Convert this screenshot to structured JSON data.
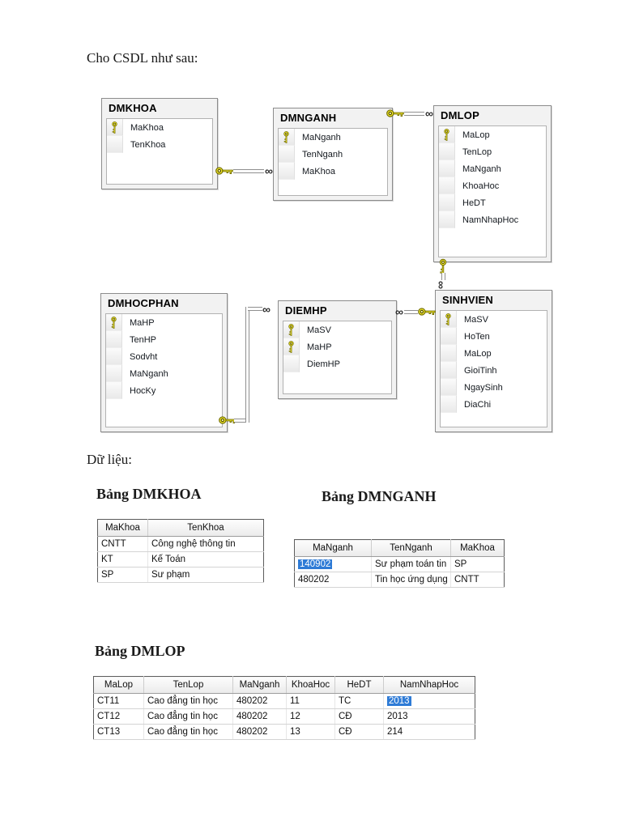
{
  "page": {
    "intro": "Cho CSDL như sau:",
    "data_label": "Dữ liệu:"
  },
  "diagram": {
    "infinity": "∞",
    "tables": [
      {
        "name": "DMKHOA",
        "fields": [
          {
            "name": "MaKhoa",
            "pk": true
          },
          {
            "name": "TenKhoa",
            "pk": false
          }
        ]
      },
      {
        "name": "DMNGANH",
        "fields": [
          {
            "name": "MaNganh",
            "pk": true
          },
          {
            "name": "TenNganh",
            "pk": false
          },
          {
            "name": "MaKhoa",
            "pk": false
          }
        ]
      },
      {
        "name": "DMLOP",
        "fields": [
          {
            "name": "MaLop",
            "pk": true
          },
          {
            "name": "TenLop",
            "pk": false
          },
          {
            "name": "MaNganh",
            "pk": false
          },
          {
            "name": "KhoaHoc",
            "pk": false
          },
          {
            "name": "HeDT",
            "pk": false
          },
          {
            "name": "NamNhapHoc",
            "pk": false
          }
        ]
      },
      {
        "name": "DMHOCPHAN",
        "fields": [
          {
            "name": "MaHP",
            "pk": true
          },
          {
            "name": "TenHP",
            "pk": false
          },
          {
            "name": "Sodvht",
            "pk": false
          },
          {
            "name": "MaNganh",
            "pk": false
          },
          {
            "name": "HocKy",
            "pk": false
          }
        ]
      },
      {
        "name": "DIEMHP",
        "fields": [
          {
            "name": "MaSV",
            "pk": true
          },
          {
            "name": "MaHP",
            "pk": true
          },
          {
            "name": "DiemHP",
            "pk": false
          }
        ]
      },
      {
        "name": "SINHVIEN",
        "fields": [
          {
            "name": "MaSV",
            "pk": true
          },
          {
            "name": "HoTen",
            "pk": false
          },
          {
            "name": "MaLop",
            "pk": false
          },
          {
            "name": "GioiTinh",
            "pk": false
          },
          {
            "name": "NgaySinh",
            "pk": false
          },
          {
            "name": "DiaChi",
            "pk": false
          }
        ]
      }
    ],
    "relationships": [
      {
        "one": "DMKHOA",
        "many": "DMNGANH"
      },
      {
        "one": "DMNGANH",
        "many": "DMLOP"
      },
      {
        "one": "DMLOP",
        "many": "SINHVIEN"
      },
      {
        "one": "SINHVIEN",
        "many": "DIEMHP"
      },
      {
        "one": "DMHOCPHAN",
        "many": "DIEMHP"
      }
    ]
  },
  "grids": [
    {
      "title": "Bảng DMKHOA",
      "columns": [
        "MaKhoa",
        "TenKhoa"
      ],
      "rows": [
        [
          "CNTT",
          "Công nghệ thông tin"
        ],
        [
          "KT",
          "Kế Toán"
        ],
        [
          "SP",
          "Sư phạm"
        ]
      ]
    },
    {
      "title": "Bảng DMNGANH",
      "columns": [
        "MaNganh",
        "TenNganh",
        "MaKhoa"
      ],
      "rows": [
        [
          "140902",
          "Sư phạm toán tin",
          "SP"
        ],
        [
          "480202",
          "Tin học ứng dụng",
          "CNTT"
        ]
      ],
      "selected_cell": {
        "row": 0,
        "col": 0,
        "value": "140902"
      }
    },
    {
      "title": "Bảng DMLOP",
      "columns": [
        "MaLop",
        "TenLop",
        "MaNganh",
        "KhoaHoc",
        "HeDT",
        "NamNhapHoc"
      ],
      "rows": [
        [
          "CT11",
          "Cao đẳng tin học",
          "480202",
          "11",
          "TC",
          "2013"
        ],
        [
          "CT12",
          "Cao đẳng tin học",
          "480202",
          "12",
          "CĐ",
          "2013"
        ],
        [
          "CT13",
          "Cao đẳng tin học",
          "480202",
          "13",
          "CĐ",
          "214"
        ]
      ],
      "selected_cell": {
        "row": 0,
        "col": 5,
        "value": "2013"
      }
    }
  ],
  "colors": {
    "selection_blue": "#2e7bd6",
    "key_yellow": "#f2e72b",
    "pipe_border": "#8f8f8f"
  }
}
